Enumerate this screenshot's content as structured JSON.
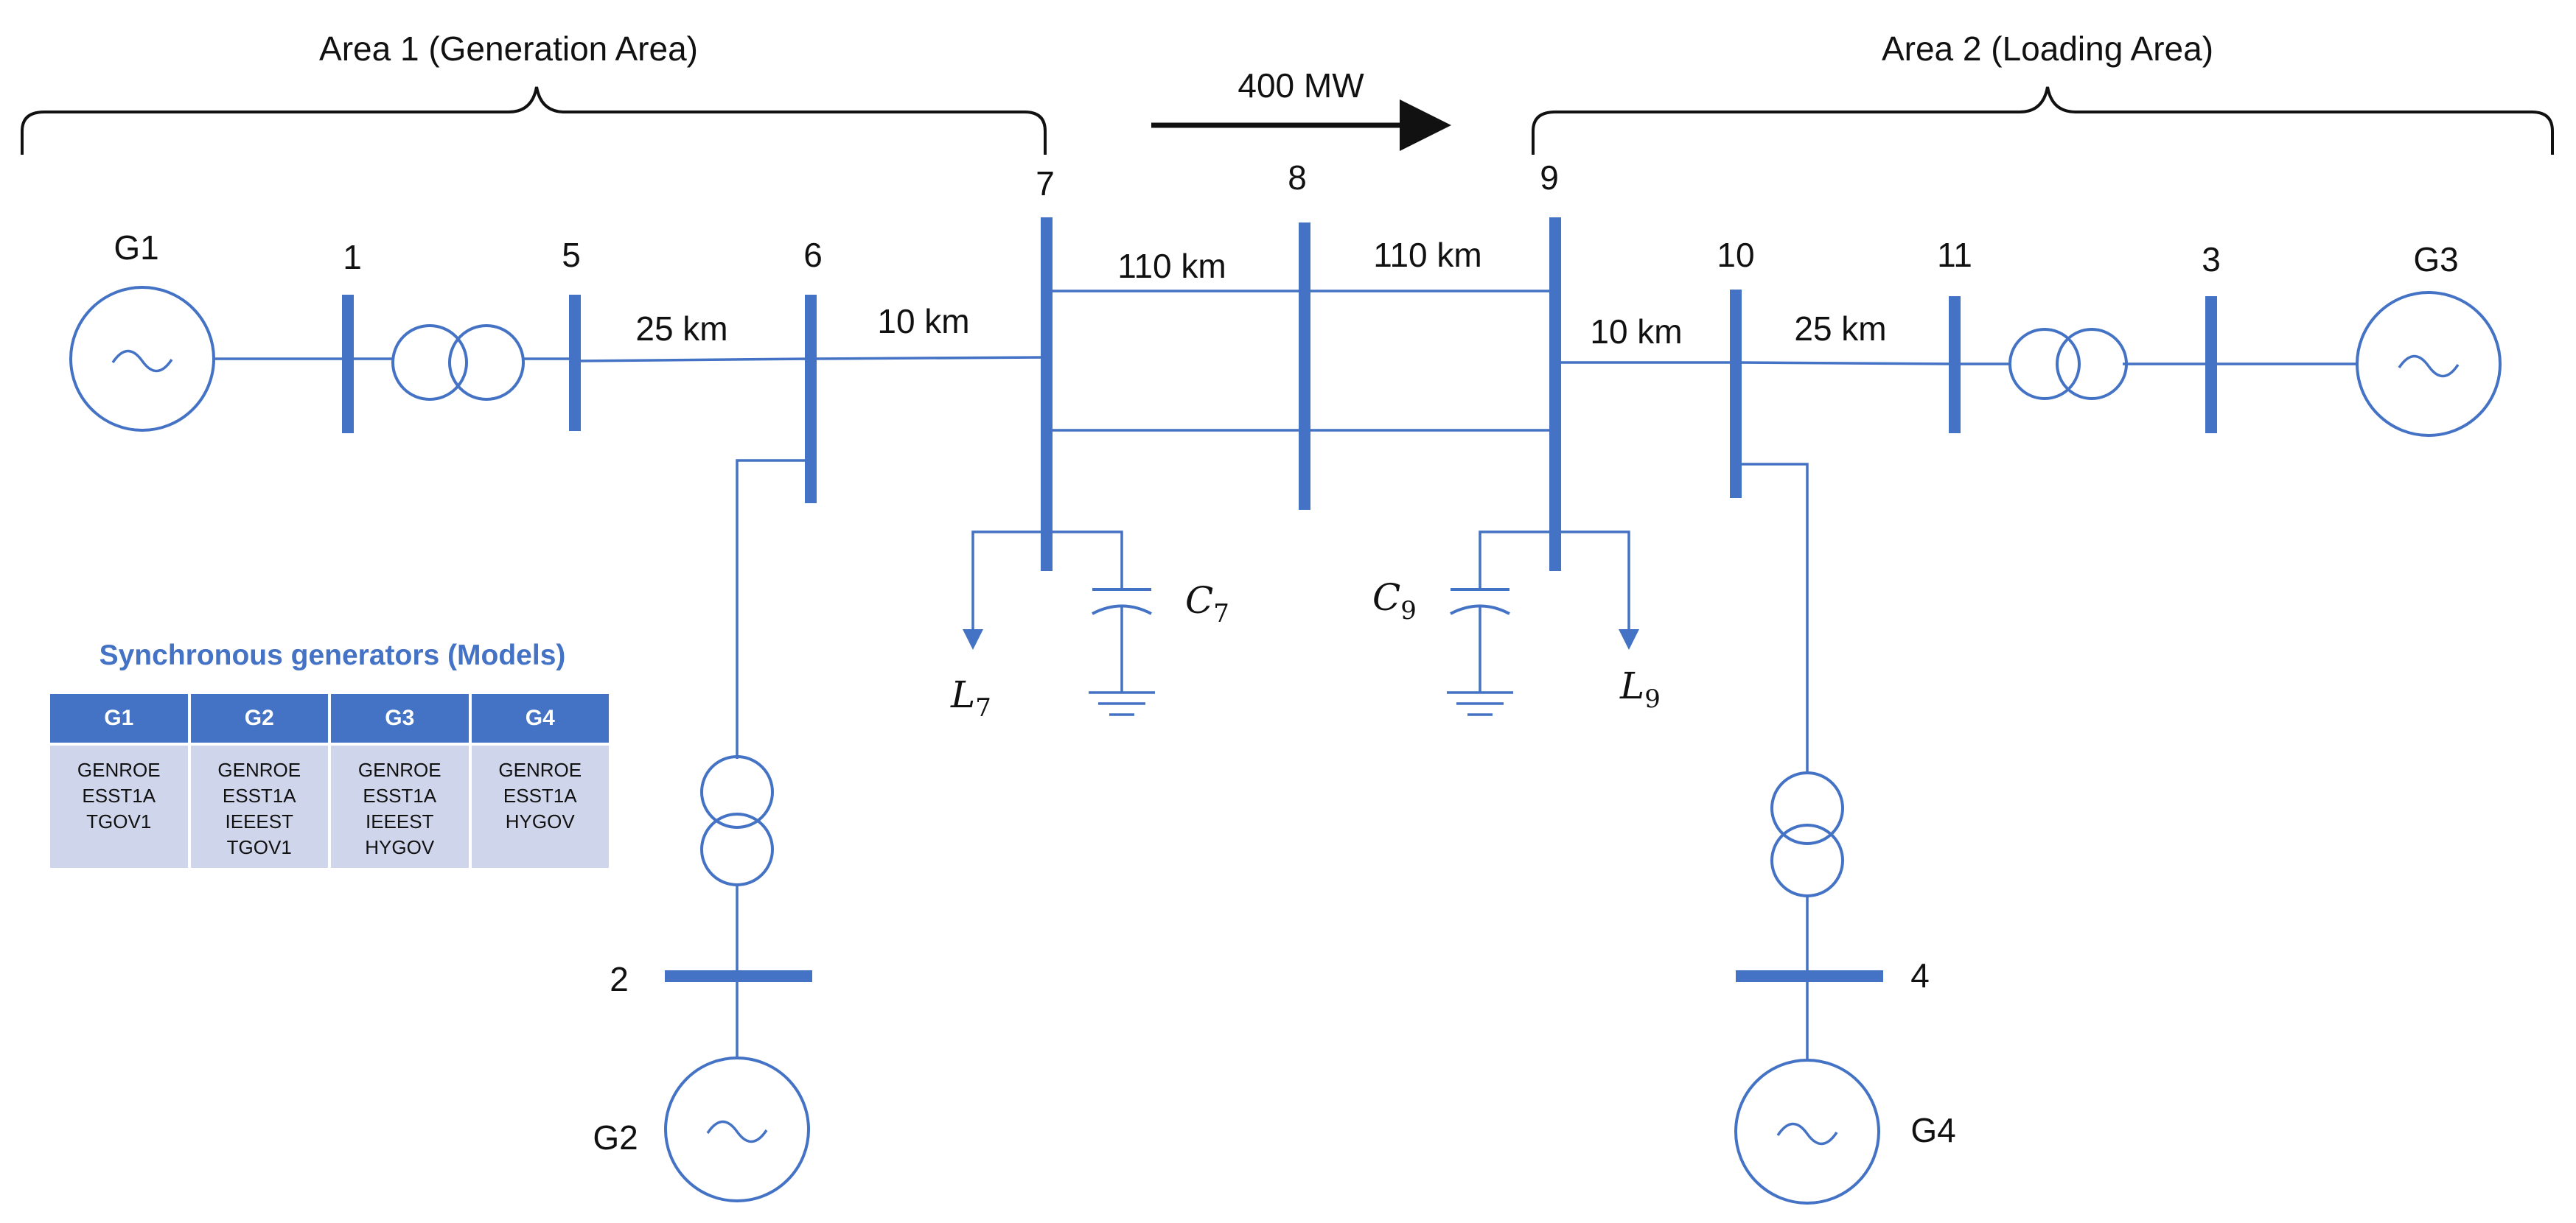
{
  "areas": {
    "area1": "Area 1 (Generation Area)",
    "area2": "Area 2 (Loading Area)"
  },
  "power_flow": "400 MW",
  "buses": {
    "b1": "1",
    "b2": "2",
    "b3": "3",
    "b4": "4",
    "b5": "5",
    "b6": "6",
    "b7": "7",
    "b8": "8",
    "b9": "9",
    "b10": "10",
    "b11": "11"
  },
  "generators": {
    "g1": "G1",
    "g2": "G2",
    "g3": "G3",
    "g4": "G4"
  },
  "lines": {
    "l5_6": "25 km",
    "l6_7": "10 km",
    "l7_8": "110 km",
    "l8_9": "110 km",
    "l9_10": "10 km",
    "l10_11": "25 km"
  },
  "loads": {
    "l7": {
      "main": "L",
      "sub": "7"
    },
    "l9": {
      "main": "L",
      "sub": "9"
    }
  },
  "caps": {
    "c7": {
      "main": "C",
      "sub": "7"
    },
    "c9": {
      "main": "C",
      "sub": "9"
    }
  },
  "model_table": {
    "title": "Synchronous generators (Models)",
    "headers": [
      "G1",
      "G2",
      "G3",
      "G4"
    ],
    "columns": [
      [
        "GENROE",
        "ESST1A",
        "TGOV1"
      ],
      [
        "GENROE",
        "ESST1A",
        "IEEEST",
        "TGOV1"
      ],
      [
        "GENROE",
        "ESST1A",
        "IEEEST",
        "HYGOV"
      ],
      [
        "GENROE",
        "ESST1A",
        "HYGOV"
      ]
    ]
  },
  "colors": {
    "accent": "#4472c4",
    "table_cell": "#cfd5ea",
    "text": "#111111"
  },
  "icons": [
    "generator-icon",
    "transformer-icon",
    "capacitor-icon",
    "ground-icon",
    "load-arrow-icon",
    "flow-arrow-icon"
  ]
}
